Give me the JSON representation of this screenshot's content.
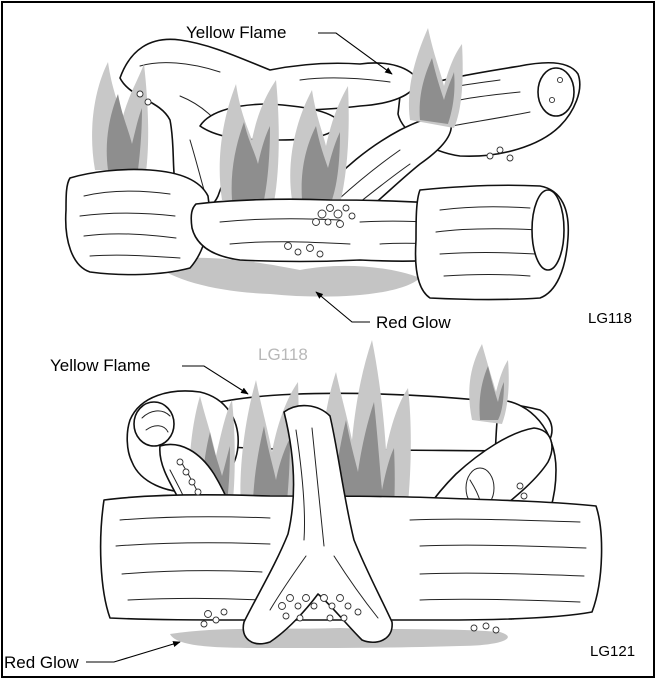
{
  "figure_top": {
    "yellow_flame_label": "Yellow Flame",
    "red_glow_label": "Red Glow",
    "model_code": "LG118"
  },
  "figure_bottom": {
    "yellow_flame_label": "Yellow Flame",
    "red_glow_label": "Red Glow",
    "model_code": "LG121",
    "ghost_code": "LG118"
  },
  "colors": {
    "flame_outer": "#c8c8c8",
    "flame_inner": "#8e8e8e",
    "red_glow": "#c4c4c4",
    "line": "#111111"
  }
}
